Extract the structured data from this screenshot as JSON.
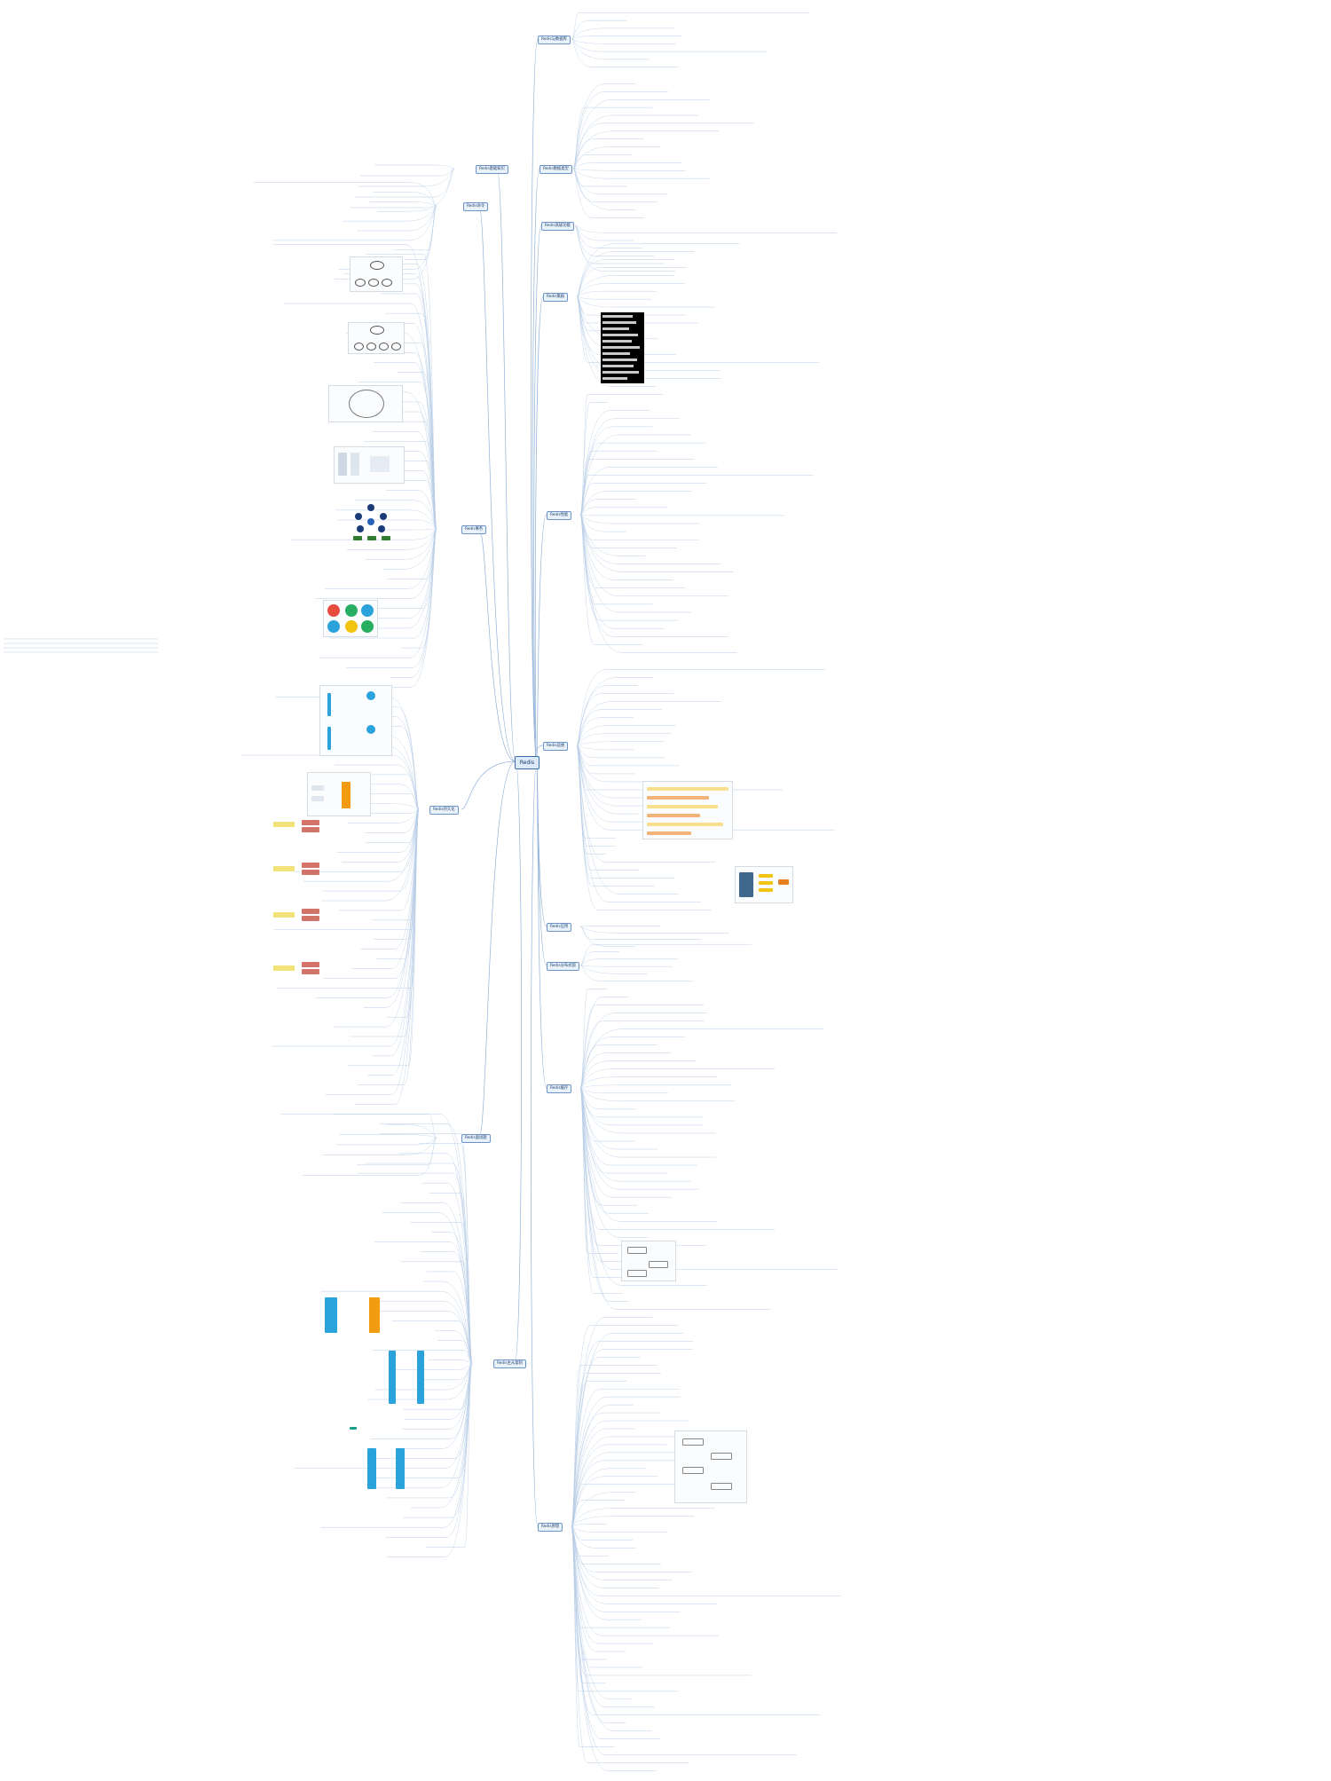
{
  "central": {
    "label": "Redis"
  },
  "branches": {
    "b1": "Redis基础知识",
    "b2": "Redis与数据库",
    "b3": "Redis数据类型",
    "b4": "Redis高级功能",
    "b5": "Redis集群",
    "b6": "Redis性能",
    "b7": "Redis运维",
    "b8": "Redis应用",
    "b9": "Redis分布式锁",
    "b10": "Redis缓存",
    "b11": "Redis原理",
    "b12": "Redis命令",
    "b13": "Redis事务",
    "b14": "Redis持久化",
    "b15": "Redis主从复制",
    "b16": "Redis面试题"
  },
  "colors": {
    "link": "#8fb0d6",
    "leaf_line": "#b7cde6",
    "node_border": "#6e94c7",
    "node_fill": "#e9f1fb",
    "central_border": "#3b6aa8",
    "accent_blue": "#2aa3dc",
    "accent_orange": "#f39c12",
    "accent_teal": "#16a085",
    "accent_green": "#2e7d32"
  }
}
